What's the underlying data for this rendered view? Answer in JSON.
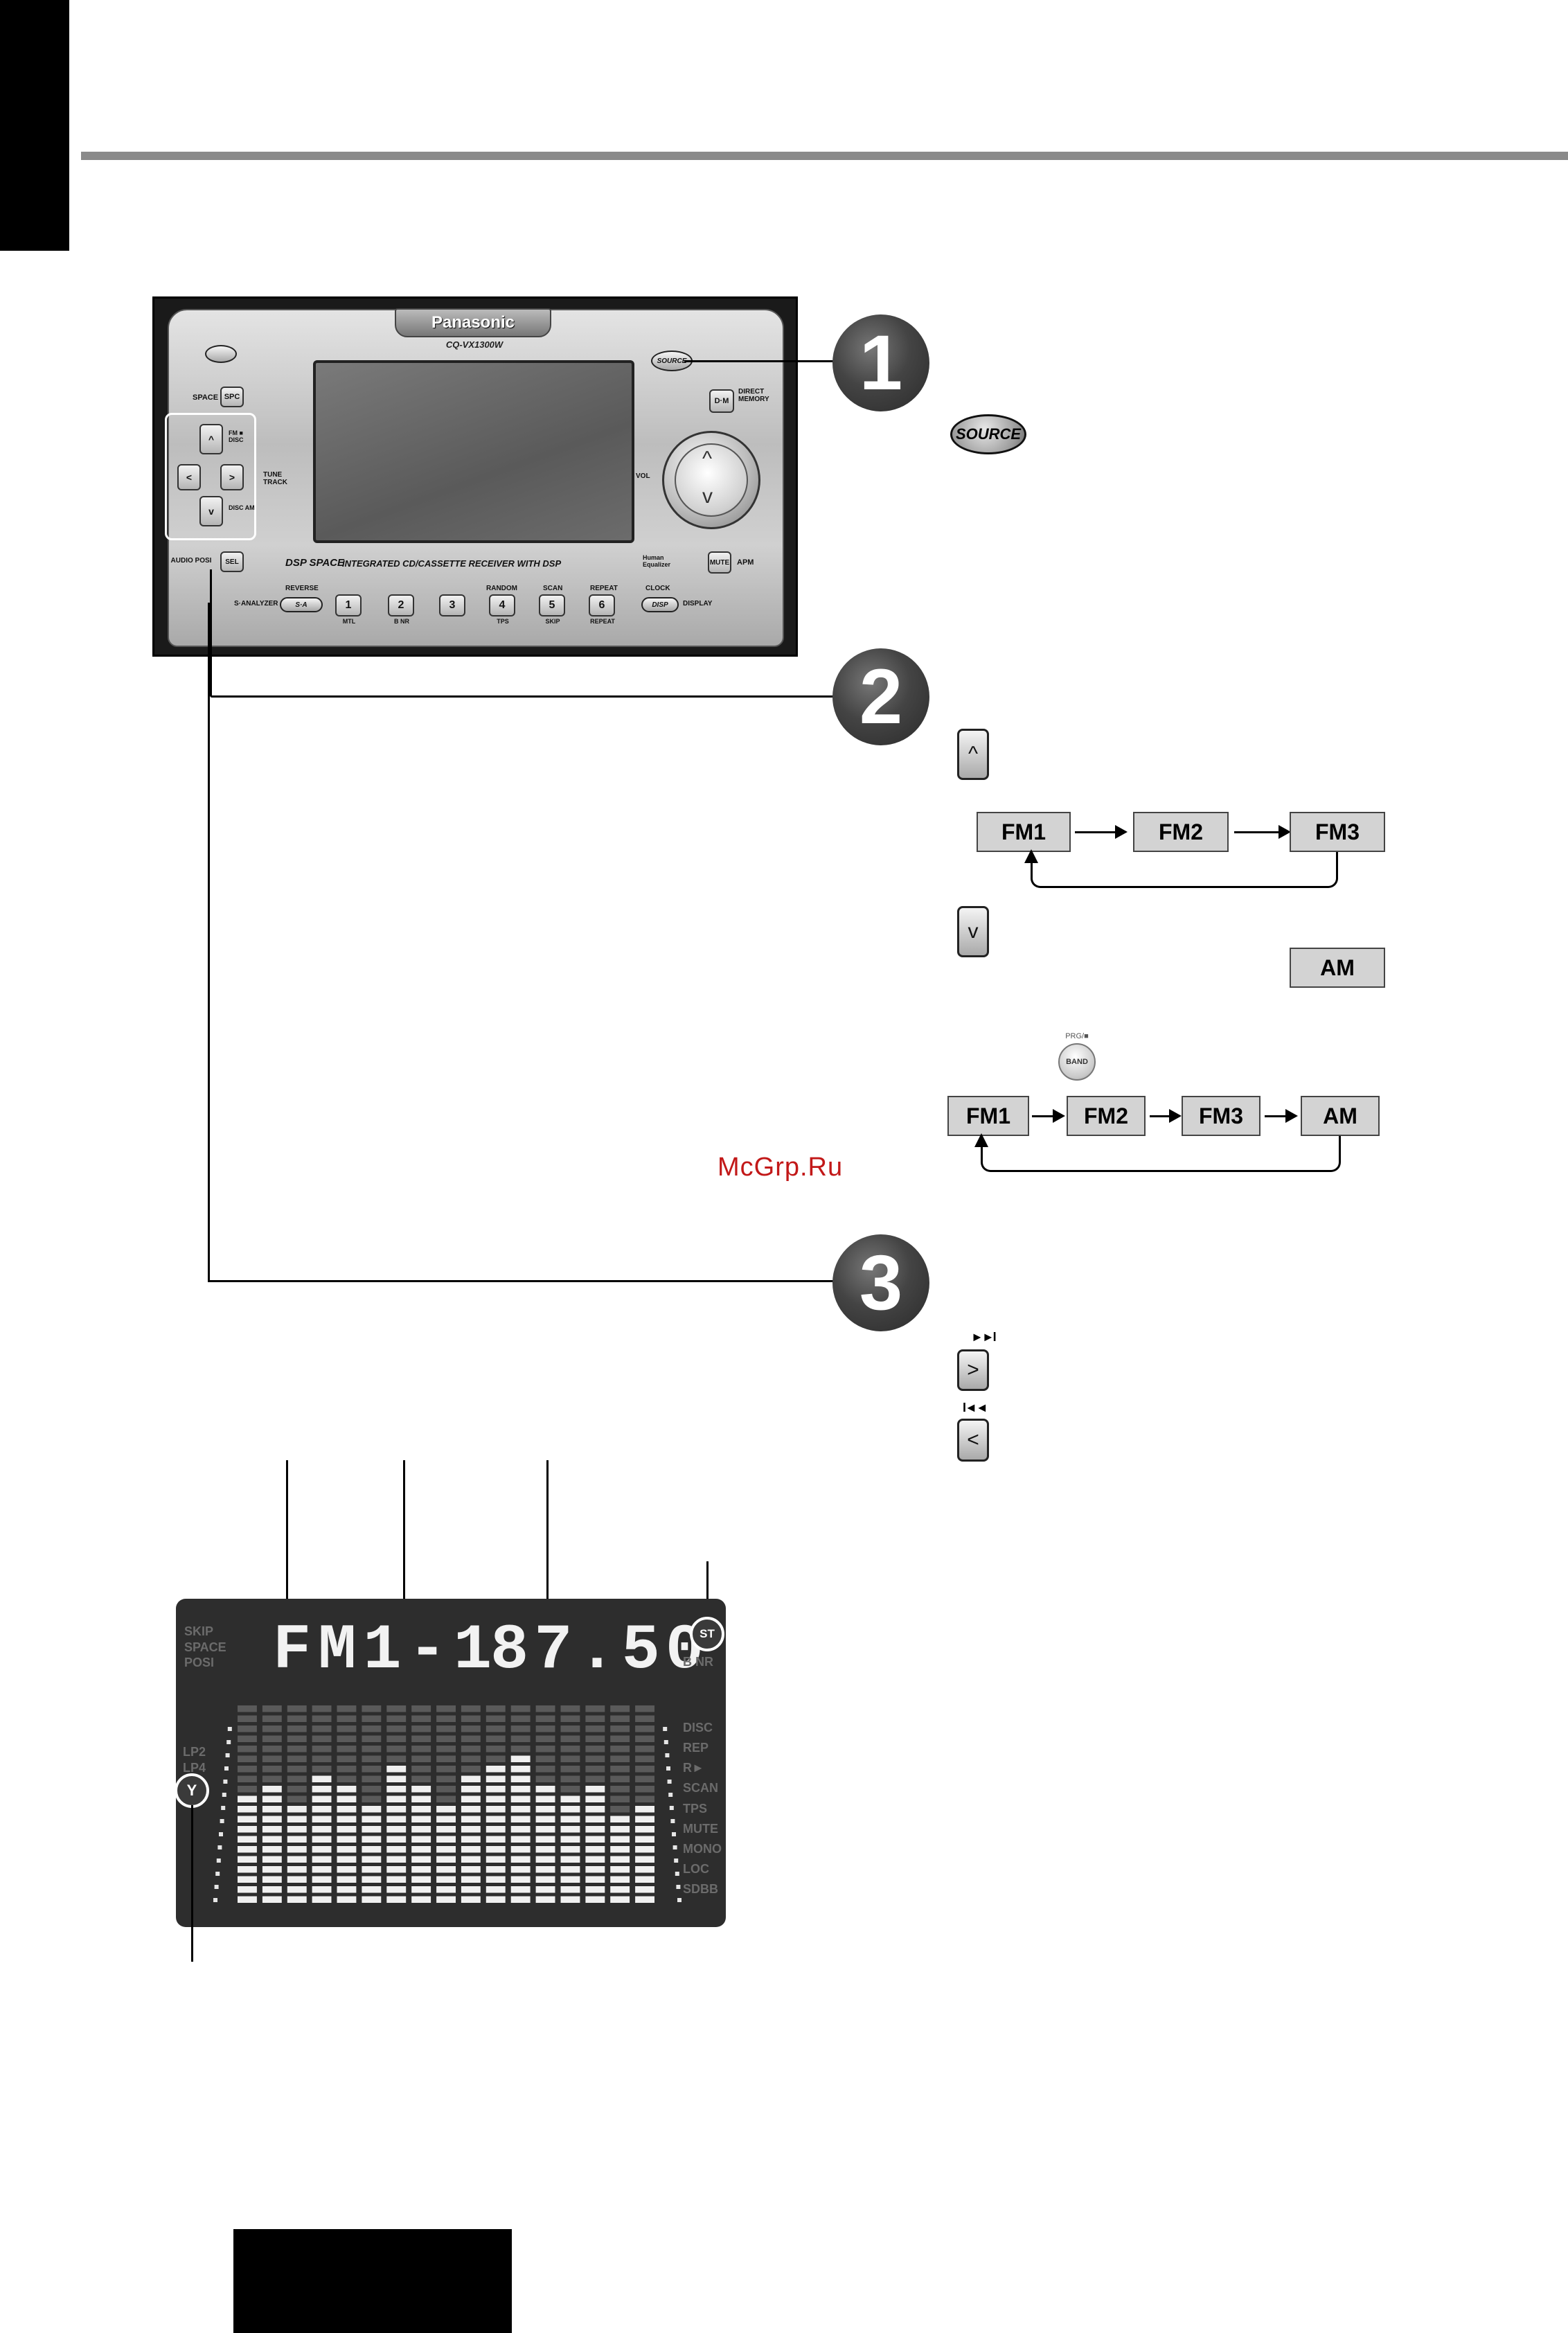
{
  "device": {
    "brand": "Panasonic",
    "model": "CQ-VX1300W",
    "tagline": "INTEGRATED CD/CASSETTE RECEIVER WITH DSP",
    "dsp_label": "DSP SPACE",
    "human_eq": "Human Equalizer",
    "buttons": {
      "source": "SOURCE",
      "space": "SPACE",
      "spc": "SPC",
      "sel": "SEL",
      "audio_posi": "AUDIO POSI",
      "fm_disc": "FM ■ DISC",
      "disc_am": "DISC AM",
      "tune_track": "TUNE TRACK",
      "dm": "D·M",
      "direct_memory": "DIRECT MEMORY",
      "vol": "VOL",
      "mute": "MUTE",
      "apm": "APM",
      "reverse": "REVERSE",
      "s_analyzer": "S·ANALYZER",
      "sa": "S·A",
      "random": "RANDOM",
      "scan": "SCAN",
      "repeat_top": "REPEAT",
      "clock": "CLOCK",
      "disp": "DISP",
      "display": "DISPLAY",
      "presets": [
        "1",
        "2",
        "3",
        "4",
        "5",
        "6"
      ],
      "preset_sub": [
        "MTL",
        "B NR",
        "",
        "TPS",
        "SKIP",
        "REPEAT"
      ]
    }
  },
  "steps": [
    "1",
    "2",
    "3"
  ],
  "step1": {
    "source_button": "SOURCE"
  },
  "step2": {
    "up_icon": "^",
    "down_icon": "v",
    "sequence_up": [
      "FM1",
      "FM2",
      "FM3"
    ],
    "am_box": "AM",
    "band_prg": "PRG/■",
    "band_label": "BAND",
    "sequence_band": [
      "FM1",
      "FM2",
      "FM3",
      "AM"
    ]
  },
  "step3": {
    "next_symbol": "►►I",
    "next_icon": ">",
    "prev_symbol": "I◄◄",
    "prev_icon": "<"
  },
  "watermark": "McGrp.Ru",
  "lcd": {
    "band": "FM1-1",
    "frequency": "87.50",
    "st": "ST",
    "antenna": "Y",
    "left_top": [
      "SKIP",
      "SPACE",
      "POSI"
    ],
    "right_top": "B NR",
    "left_side": [
      "LP2",
      "LP4"
    ],
    "right_side": [
      "DISC",
      "REP",
      "R►",
      "SCAN",
      "TPS",
      "MUTE",
      "MONO",
      "LOC",
      "SDBB"
    ],
    "levels": [
      0.55,
      0.62,
      0.48,
      0.66,
      0.58,
      0.5,
      0.7,
      0.6,
      0.52,
      0.64,
      0.68,
      0.74,
      0.62,
      0.56,
      0.6,
      0.46,
      0.52
    ]
  },
  "colors": {
    "watermark": "#c21818",
    "lcd_bg": "#2d2d2d",
    "bar_on": "#f0f0f0",
    "bar_off": "#5a5a5a"
  }
}
